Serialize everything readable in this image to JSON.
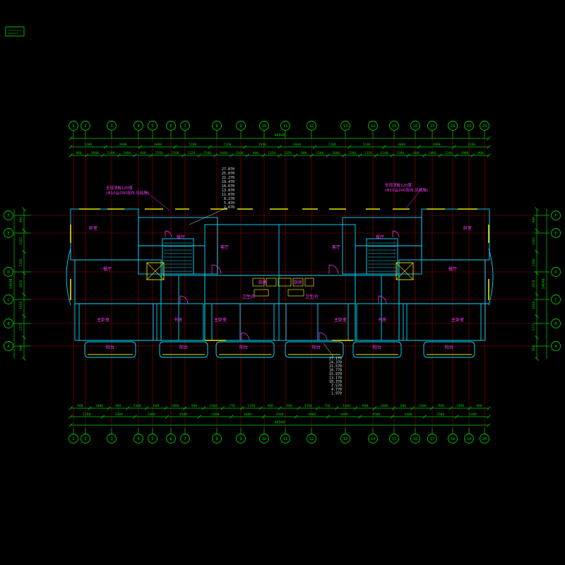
{
  "colors": {
    "background": "#000000",
    "grid_line": "#b40000",
    "dimension": "#00c800",
    "wall": "#00dcff",
    "window": "#e6e600",
    "label": "#ff3cff",
    "text": "#e0e0e0"
  },
  "grid": {
    "column_labels": [
      "1",
      "2",
      "3",
      "4",
      "5",
      "6",
      "7",
      "8",
      "9",
      "10",
      "11",
      "12",
      "13",
      "14",
      "15",
      "16",
      "17",
      "18",
      "19",
      "20"
    ],
    "row_labels_left": [
      "F",
      "E",
      "D",
      "C",
      "B",
      "A"
    ],
    "row_labels_right": [
      "F",
      "E",
      "D",
      "C",
      "B",
      "A"
    ]
  },
  "dimensions": {
    "top_overall": "46940",
    "top_segments": [
      "1200",
      "3900",
      "3000",
      "5280",
      "7200",
      "2940",
      "2940",
      "7200",
      "5280",
      "3000",
      "3900",
      "1200"
    ],
    "top_detail": [
      "900",
      "3900",
      "1200",
      "2400",
      "600",
      "2580",
      "2100",
      "1320",
      "2580",
      "3600",
      "1500",
      "900",
      "1350",
      "1350",
      "900",
      "1500",
      "3600",
      "2580",
      "1320",
      "2100",
      "2580",
      "600",
      "2400",
      "1200",
      "3900",
      "900"
    ],
    "bottom_overall": "46940",
    "bottom_segments": [
      "1200",
      "3300",
      "2400",
      "4500",
      "1800",
      "3600",
      "2940",
      "3600",
      "1800",
      "4500",
      "2400",
      "3300",
      "1200"
    ],
    "bottom_detail": [
      "900",
      "1800",
      "900",
      "2400",
      "600",
      "1800",
      "900",
      "3300",
      "750",
      "1350",
      "900",
      "900",
      "1350",
      "750",
      "3300",
      "900",
      "1800",
      "600",
      "2400",
      "900",
      "1800",
      "900"
    ],
    "left_overall": "14640",
    "left_detail": [
      "900",
      "3165",
      "2100",
      "2850",
      "1950",
      "2775",
      "900"
    ],
    "right_overall": "14640",
    "right_detail": [
      "900",
      "3165",
      "2100",
      "2850",
      "1950",
      "2775",
      "900"
    ]
  },
  "elevations": {
    "upper": [
      "27.870",
      "25.070",
      "22.270",
      "19.470",
      "16.670",
      "13.870",
      "11.070",
      "8.270",
      "5.470",
      "2.670"
    ],
    "lower": [
      "27.170",
      "24.370",
      "21.570",
      "18.770",
      "15.970",
      "13.170",
      "10.370",
      "7.570",
      "4.770",
      "1.970"
    ]
  },
  "annotations": {
    "slab_left_line1": "全现浇板120厚",
    "slab_left_line2": "(Φ10@200双向,见结施)",
    "slab_right_line1": "全现浇板120厚",
    "slab_right_line2": "(Φ10@200双向,见结施)"
  },
  "rooms": [
    "客厅",
    "客厅",
    "餐厅",
    "餐厅",
    "餐厅",
    "餐厅",
    "厨房",
    "厨房",
    "卫生间",
    "卫生间",
    "主卧室",
    "主卧室",
    "主卧室",
    "主卧室",
    "卧室",
    "卧室",
    "书房",
    "书房",
    "阳台",
    "阳台",
    "阳台",
    "阳台",
    "阳台",
    "阳台"
  ]
}
